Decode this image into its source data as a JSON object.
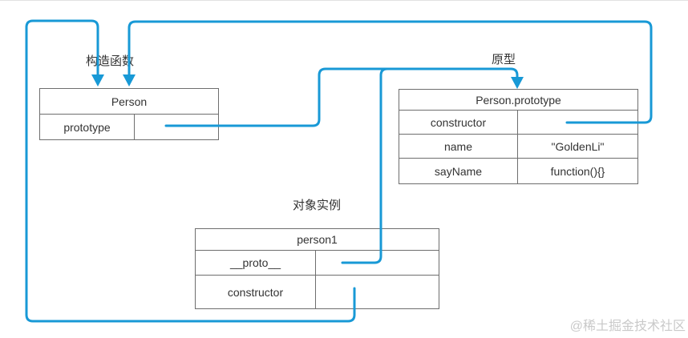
{
  "diagram": {
    "labels": {
      "constructor_fn": "构造函数",
      "prototype": "原型",
      "instance": "对象实例"
    },
    "boxes": {
      "person": {
        "title": "Person",
        "rows": [
          {
            "key": "prototype",
            "value": ""
          }
        ]
      },
      "person_prototype": {
        "title": "Person.prototype",
        "rows": [
          {
            "key": "constructor",
            "value": ""
          },
          {
            "key": "name",
            "value": "\"GoldenLi\""
          },
          {
            "key": "sayName",
            "value": "function(){}"
          }
        ]
      },
      "person1": {
        "title": "person1",
        "rows": [
          {
            "key": "__proto__",
            "value": ""
          },
          {
            "key": "constructor",
            "value": ""
          }
        ]
      }
    },
    "watermark": "@稀土掘金技术社区",
    "colors": {
      "accent": "#1899D6",
      "border": "#6e6e6e",
      "text": "#333333",
      "watermark": "#c9c9c9"
    }
  }
}
